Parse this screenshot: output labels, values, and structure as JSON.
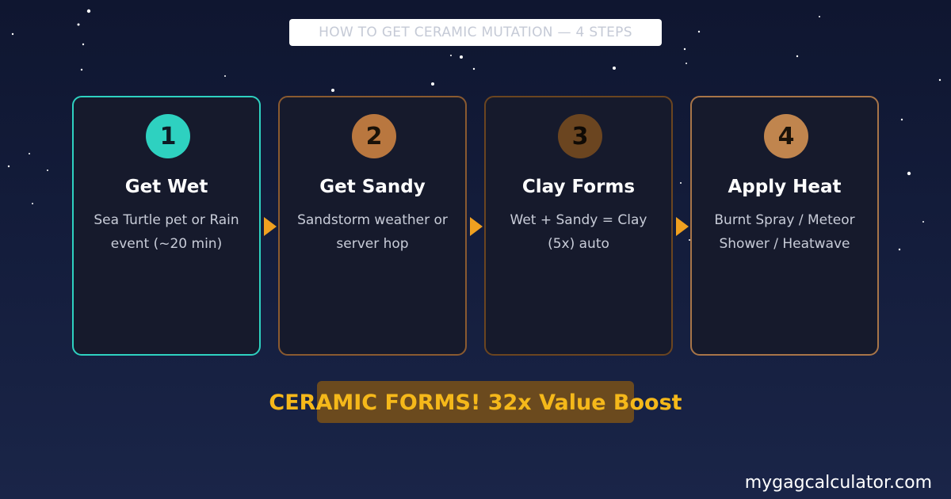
{
  "title": "HOW TO GET CERAMIC MUTATION — 4 STEPS",
  "steps": [
    {
      "number": "1",
      "title": "Get Wet",
      "description": "Sea Turtle pet or Rain event (~20 min)",
      "accent": "#2ed1c0"
    },
    {
      "number": "2",
      "title": "Get Sandy",
      "description": "Sandstorm weather or server hop",
      "accent": "#b9773f"
    },
    {
      "number": "3",
      "title": "Clay Forms",
      "description": "Wet + Sandy = Clay (5x) auto",
      "accent": "#6b4520"
    },
    {
      "number": "4",
      "title": "Apply Heat",
      "description": "Burnt Spray / Meteor Shower / Heatwave",
      "accent": "#c0854e"
    }
  ],
  "banner": "CERAMIC FORMS! 32x Value Boost",
  "footer": "mygagcalculator.com",
  "colors": {
    "background": "#141d3c",
    "card_border": "#7a5230",
    "arrow": "#f0a020",
    "banner_bg": "#6b4a1e",
    "banner_text": "#f5b81a"
  }
}
